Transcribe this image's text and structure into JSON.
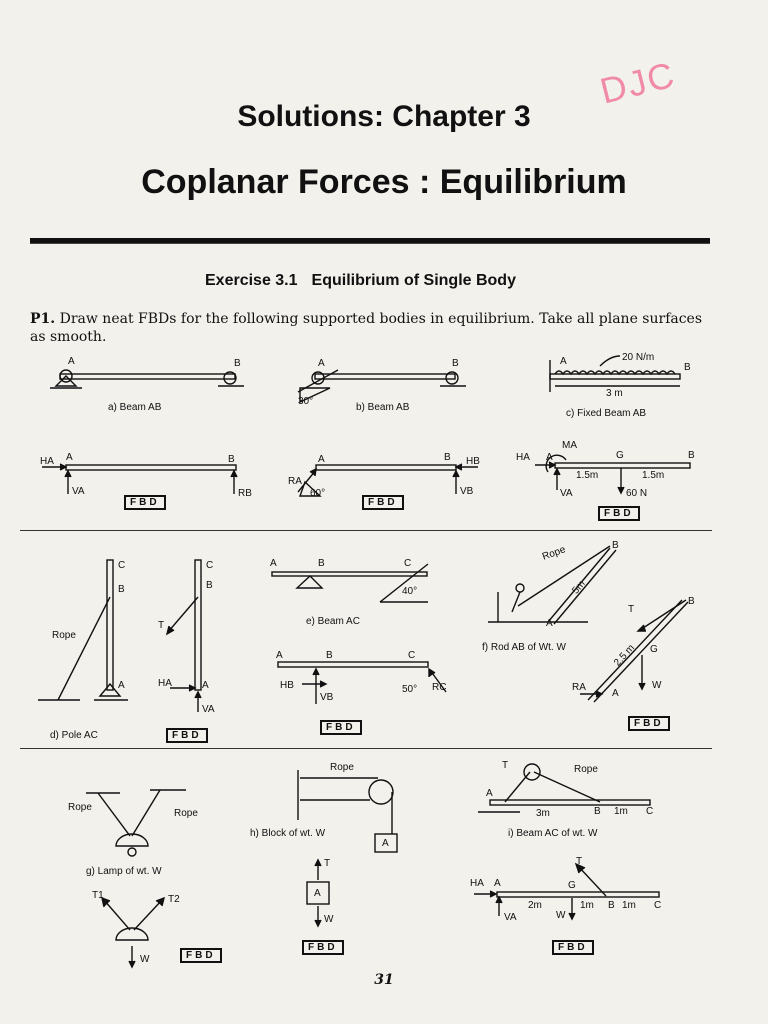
{
  "stamp": "DJC",
  "heading": {
    "solutions": "Solutions: Chapter 3",
    "title": "Coplanar Forces :  Equilibrium"
  },
  "exercise": {
    "number": "Exercise 3.1",
    "title": "Equilibrium of Single Body"
  },
  "problem": {
    "number": "P1.",
    "text": "Draw neat FBDs for the following supported bodies in equilibrium. Take all plane surfaces as smooth."
  },
  "captions": {
    "a": "a) Beam AB",
    "b": "b) Beam AB",
    "c": "c) Fixed Beam AB",
    "d": "d) Pole AC",
    "e": "e) Beam AC",
    "f": "f) Rod AB of Wt. W",
    "g": "g) Lamp of wt. W",
    "h": "h) Block of wt. W",
    "i": "i) Beam AC of wt. W"
  },
  "fbd_label": "FBD",
  "labels": {
    "A": "A",
    "B": "B",
    "C": "C",
    "G": "G",
    "angle30": "30°",
    "angle60": "60°",
    "angle40": "40°",
    "angle50": "50°",
    "load_c": "20 N/m",
    "span_c": "3 m",
    "seg1": "1.5m",
    "seg2": "1.5m",
    "force_c": "60 N",
    "HA": "HA",
    "VA": "VA",
    "RB": "RB",
    "RA": "RA",
    "VB": "VB",
    "HB": "HB",
    "MA": "MA",
    "RC": "RC",
    "T": "T",
    "T1": "T1",
    "T2": "T2",
    "W": "W",
    "rope": "Rope",
    "len5": "5m",
    "len25": "2.5 m",
    "span_3m": "3m",
    "span_1m": "1m",
    "span_2m": "2m"
  },
  "page_number": "31"
}
